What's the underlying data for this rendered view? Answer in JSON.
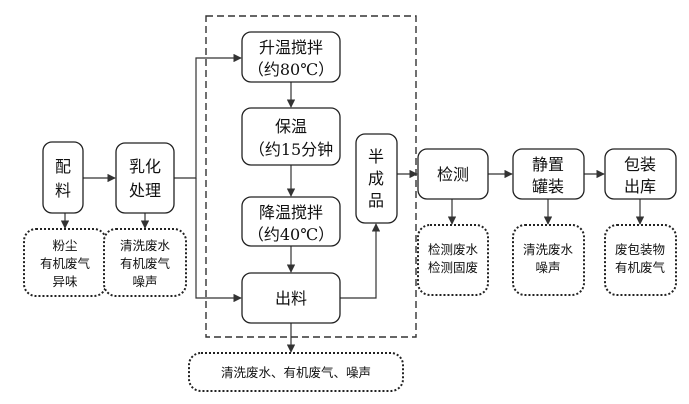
{
  "nodes": {
    "peiliao": [
      "配",
      "料"
    ],
    "ruhua": [
      "乳化",
      "处理"
    ],
    "shengwen": [
      "升温搅拌",
      "（约80℃）"
    ],
    "baowen": [
      "保温",
      "（约15分钟"
    ],
    "jiangwen": [
      "降温搅拌",
      "（约40℃）"
    ],
    "chuliao": "出料",
    "banchengpin": [
      "半",
      "成",
      "品"
    ],
    "jiance": "检测",
    "jingzhi": [
      "静置",
      "罐装"
    ],
    "baozhuang": [
      "包装",
      "出库"
    ]
  },
  "emissions": {
    "peiliao": [
      "粉尘",
      "有机废气",
      "异味"
    ],
    "ruhua": [
      "清洗废水",
      "有机废气",
      "噪声"
    ],
    "bottom": "清洗废水、有机废气、噪声",
    "jiance": [
      "检测废水",
      "检测固废"
    ],
    "jingzhi": [
      "清洗废水",
      "噪声"
    ],
    "baozhuang": [
      "废包装物",
      "有机废气"
    ]
  },
  "colors": {
    "stroke": "#222222",
    "fill": "#ffffff",
    "text": "#111111"
  }
}
